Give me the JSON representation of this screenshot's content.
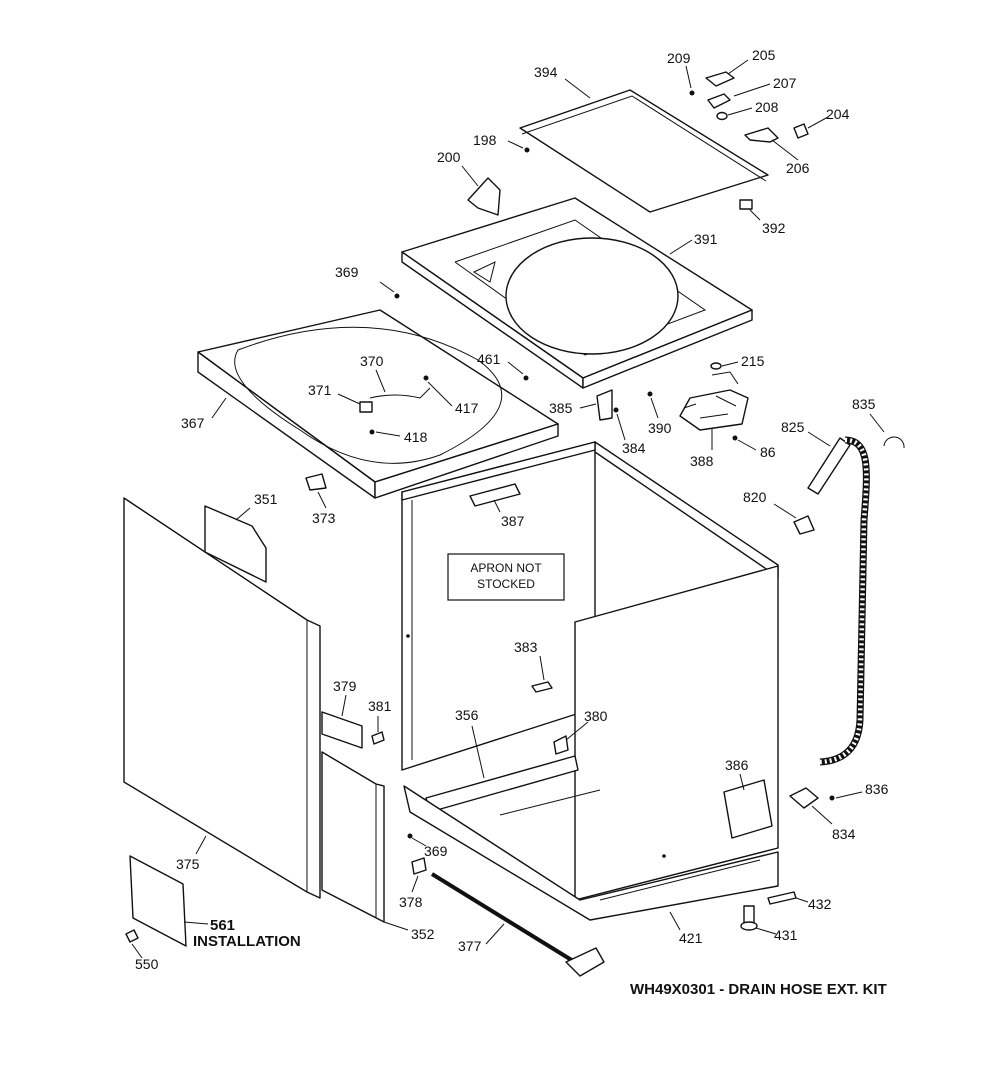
{
  "labels": {
    "p209": "209",
    "p205": "205",
    "p207": "207",
    "p208": "208",
    "p204": "204",
    "p206": "206",
    "p394": "394",
    "p198": "198",
    "p200": "200",
    "p392": "392",
    "p391": "391",
    "p369a": "369",
    "p370": "370",
    "p371": "371",
    "p417": "417",
    "p418": "418",
    "p367": "367",
    "p461": "461",
    "p215": "215",
    "p385": "385",
    "p384": "384",
    "p390": "390",
    "p388": "388",
    "p86": "86",
    "p825": "825",
    "p835": "835",
    "p820": "820",
    "p351": "351",
    "p373": "373",
    "p387": "387",
    "p383": "383",
    "p379": "379",
    "p381": "381",
    "p356": "356",
    "p380": "380",
    "p386": "386",
    "p836": "836",
    "p834": "834",
    "p375": "375",
    "p369b": "369",
    "p378": "378",
    "p352": "352",
    "p377": "377",
    "p421": "421",
    "p432": "432",
    "p431": "431",
    "p561": "561",
    "p550": "550"
  },
  "notes": {
    "apron_line1": "APRON NOT",
    "apron_line2": "STOCKED",
    "installation": "INSTALLATION",
    "kit": "WH49X0301 - DRAIN HOSE EXT. KIT"
  }
}
